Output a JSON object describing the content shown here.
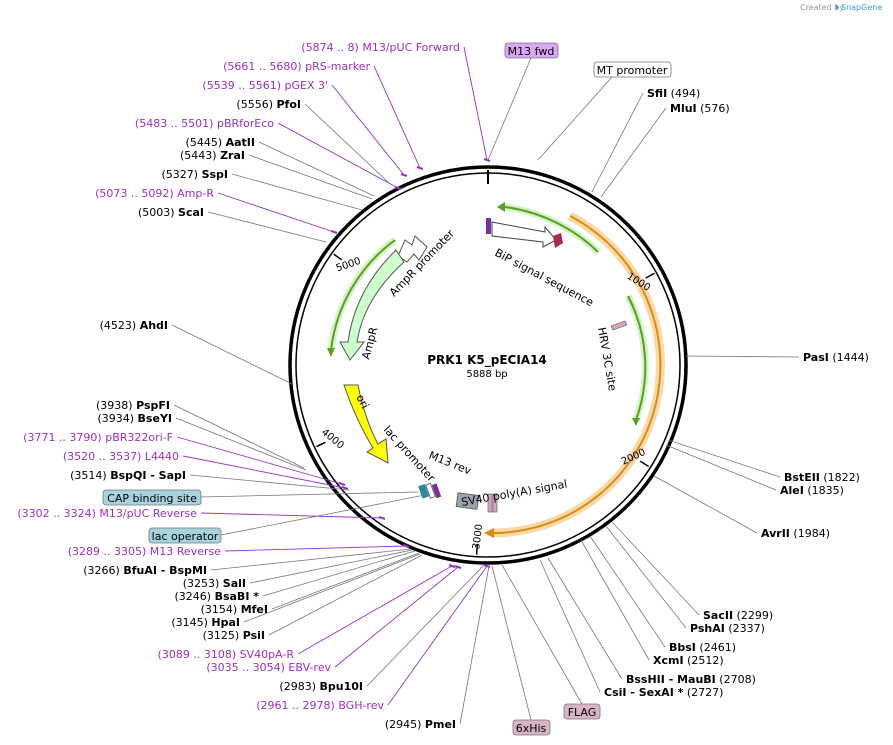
{
  "credit": {
    "text": "Created by",
    "brand": "SnapGene"
  },
  "plasmid": {
    "name": "PRK1 K5_pECIA14",
    "size": "5888 bp"
  },
  "ticks": [
    {
      "label": "1000",
      "pos": 1000
    },
    {
      "label": "2000",
      "pos": 2000
    },
    {
      "label": "3000",
      "pos": 3000
    },
    {
      "label": "4000",
      "pos": 4000
    },
    {
      "label": "5000",
      "pos": 5000
    }
  ],
  "features": {
    "bip": "BiP signal sequence",
    "hrv": "HRV 3C site",
    "sv40": "SV40 poly(A) signal",
    "m13rev": "M13 rev",
    "lac": "lac promoter",
    "ori": "ori",
    "ampr": "AmpR",
    "amprp": "AmpR promoter"
  },
  "left_labels": [
    {
      "pos": "(5874 .. 8)",
      "name": "M13/pUC Forward",
      "type": "primer"
    },
    {
      "pos": "(5661 .. 5680)",
      "name": "pRS-marker",
      "type": "primer"
    },
    {
      "pos": "(5539 .. 5561)",
      "name": "pGEX 3'",
      "type": "primer"
    },
    {
      "pos": "(5556)",
      "name": "PfoI",
      "type": "enzyme"
    },
    {
      "pos": "(5483 .. 5501)",
      "name": "pBRforEco",
      "type": "primer"
    },
    {
      "pos": "(5445)",
      "name": "AatII",
      "type": "enzyme"
    },
    {
      "pos": "(5443)",
      "name": "ZraI",
      "type": "enzyme"
    },
    {
      "pos": "(5327)",
      "name": "SspI",
      "type": "enzyme"
    },
    {
      "pos": "(5073 .. 5092)",
      "name": "Amp-R",
      "type": "primer"
    },
    {
      "pos": "(5003)",
      "name": "ScaI",
      "type": "enzyme"
    },
    {
      "pos": "(4523)",
      "name": "AhdI",
      "type": "enzyme"
    },
    {
      "pos": "(3938)",
      "name": "PspFI",
      "type": "enzyme"
    },
    {
      "pos": "(3934)",
      "name": "BseYI",
      "type": "enzyme"
    },
    {
      "pos": "(3771 .. 3790)",
      "name": "pBR322ori-F",
      "type": "primer"
    },
    {
      "pos": "(3520 .. 3537)",
      "name": "L4440",
      "type": "primer"
    },
    {
      "pos": "(3514)",
      "name": "BspQI  - SapI",
      "type": "enzyme"
    },
    {
      "pos": "(3302 .. 3324)",
      "name": "M13/pUC Reverse",
      "type": "primer"
    },
    {
      "pos": "(3289 .. 3305)",
      "name": "M13 Reverse",
      "type": "primer"
    },
    {
      "pos": "(3266)",
      "name": "BfuAI  - BspMI",
      "type": "enzyme"
    },
    {
      "pos": "(3253)",
      "name": "SalI",
      "type": "enzyme"
    },
    {
      "pos": "(3246)",
      "name": "BsaBI *",
      "type": "enzyme"
    },
    {
      "pos": "(3154)",
      "name": "MfeI",
      "type": "enzyme"
    },
    {
      "pos": "(3145)",
      "name": "HpaI",
      "type": "enzyme"
    },
    {
      "pos": "(3125)",
      "name": "PsiI",
      "type": "enzyme"
    },
    {
      "pos": "(3089 .. 3108)",
      "name": "SV40pA-R",
      "type": "primer"
    },
    {
      "pos": "(3035 .. 3054)",
      "name": "EBV-rev",
      "type": "primer"
    },
    {
      "pos": "(2983)",
      "name": "Bpu10I",
      "type": "enzyme"
    },
    {
      "pos": "(2961 .. 2978)",
      "name": "BGH-rev",
      "type": "primer"
    },
    {
      "pos": "(2945)",
      "name": "PmeI",
      "type": "enzyme"
    }
  ],
  "right_labels": [
    {
      "name": "SfiI",
      "pos": "(494)"
    },
    {
      "name": "MluI",
      "pos": "(576)"
    },
    {
      "name": "PasI",
      "pos": "(1444)"
    },
    {
      "name": "BstEII",
      "pos": "(1822)"
    },
    {
      "name": "AleI",
      "pos": "(1835)"
    },
    {
      "name": "AvrII",
      "pos": "(1984)"
    },
    {
      "name": "SacII",
      "pos": "(2299)"
    },
    {
      "name": "PshAI",
      "pos": "(2337)"
    },
    {
      "name": "BbsI",
      "pos": "(2461)"
    },
    {
      "name": "XcmI",
      "pos": "(2512)"
    },
    {
      "name": "BssHII  - MauBI",
      "pos": "(2708)"
    },
    {
      "name": "CsiI  - SexAI *",
      "pos": "(2727)"
    }
  ],
  "boxes": {
    "m13fwd": "M13 fwd",
    "mt": "MT promoter",
    "cap": "CAP binding site",
    "lacop": "lac operator",
    "flag": "FLAG",
    "his": "6xHis"
  },
  "colors": {
    "primer": "#9b2fc7",
    "orange_feature": "#f4a93a",
    "green_feature": "#53a321",
    "ampr_fill": "#ccffcc",
    "ori_fill": "#ffff00",
    "cap_box": "#a7d3df",
    "primer_box": "#d9a7f5",
    "tag_box": "#d9b3c6"
  }
}
